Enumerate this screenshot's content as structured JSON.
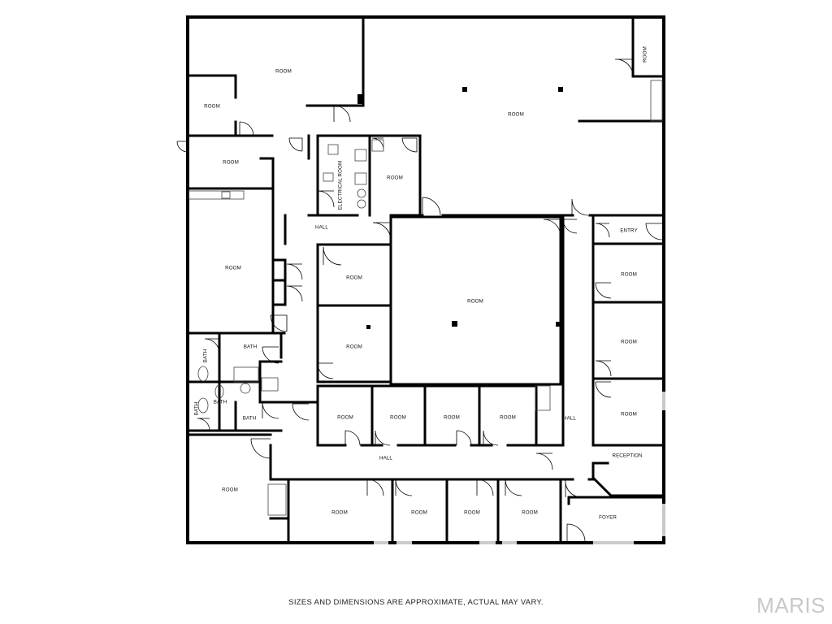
{
  "disclaimer": "SIZES AND DIMENSIONS ARE APPROXIMATE, ACTUAL MAY VARY.",
  "brand": "MARIS",
  "colors": {
    "wall": "#000000",
    "background": "#ffffff",
    "brand": "#c8c8c8"
  },
  "labels": {
    "room": "ROOM",
    "bath": "BATH",
    "hall": "HALL",
    "entry": "ENTRY",
    "reception": "RECEPTION",
    "foyer": "FOYER",
    "electrical_room": "ELECTRICAL ROOM"
  }
}
